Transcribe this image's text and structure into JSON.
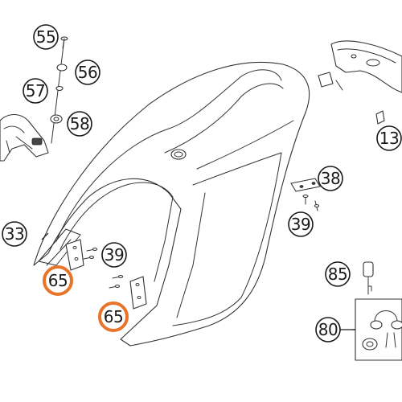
{
  "colors": {
    "highlight": "#e8742a",
    "line": "#333333",
    "background": "#ffffff"
  },
  "callouts": [
    {
      "id": "c55",
      "label": "55",
      "highlighted": false
    },
    {
      "id": "c56",
      "label": "56",
      "highlighted": false
    },
    {
      "id": "c57",
      "label": "57",
      "highlighted": false
    },
    {
      "id": "c58",
      "label": "58",
      "highlighted": false
    },
    {
      "id": "c33",
      "label": "33",
      "highlighted": false
    },
    {
      "id": "c65a",
      "label": "65",
      "highlighted": true
    },
    {
      "id": "c39a",
      "label": "39",
      "highlighted": false
    },
    {
      "id": "c65b",
      "label": "65",
      "highlighted": true
    },
    {
      "id": "c13",
      "label": "13",
      "highlighted": false
    },
    {
      "id": "c38",
      "label": "38",
      "highlighted": false
    },
    {
      "id": "c39b",
      "label": "39",
      "highlighted": false
    },
    {
      "id": "c85",
      "label": "85",
      "highlighted": false
    },
    {
      "id": "c80",
      "label": "80",
      "highlighted": false
    }
  ]
}
